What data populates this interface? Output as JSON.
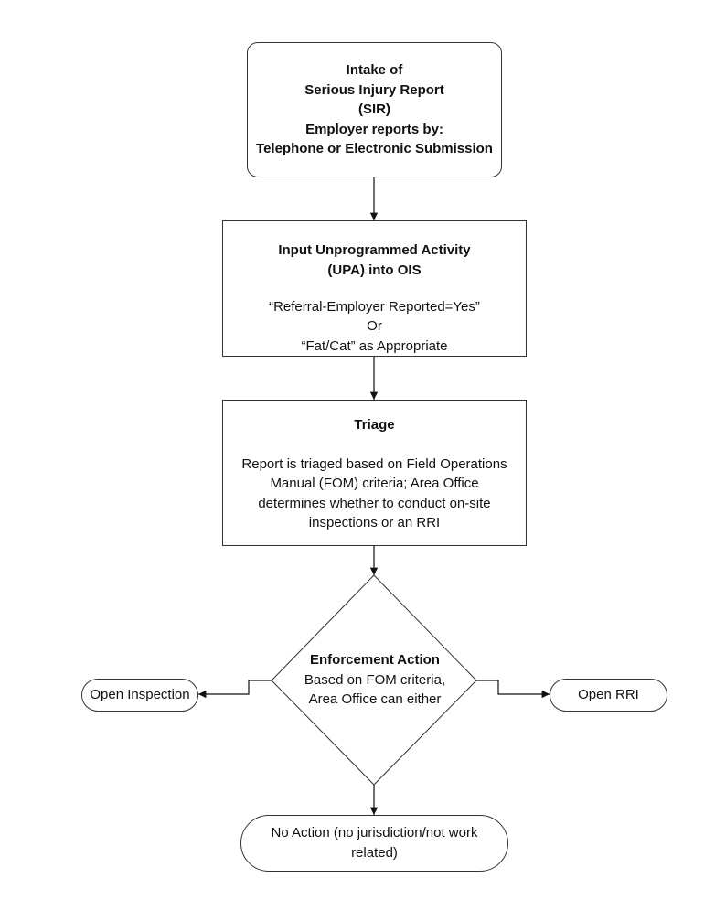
{
  "intake": {
    "line1": "Intake of",
    "line2": "Serious Injury Report",
    "line3": "(SIR)",
    "line4": "Employer reports by:",
    "line5": "Telephone or Electronic Submission"
  },
  "upa": {
    "title1": "Input Unprogrammed Activity",
    "title2": "(UPA) into OIS",
    "body1": "“Referral-Employer Reported=Yes”",
    "body2": "Or",
    "body3": "“Fat/Cat” as Appropriate"
  },
  "triage": {
    "title": "Triage",
    "body1": "Report is triaged based on Field Operations",
    "body2": "Manual (FOM) criteria; Area Office",
    "body3": "determines whether to conduct on-site",
    "body4": "inspections or an RRI"
  },
  "enforcement": {
    "title": "Enforcement Action",
    "body1": "Based on FOM criteria,",
    "body2": "Area Office can either"
  },
  "open_inspection": "Open Inspection",
  "open_rri": "Open RRI",
  "no_action": {
    "line1": "No Action (no jurisdiction/not work",
    "line2": "related)"
  }
}
